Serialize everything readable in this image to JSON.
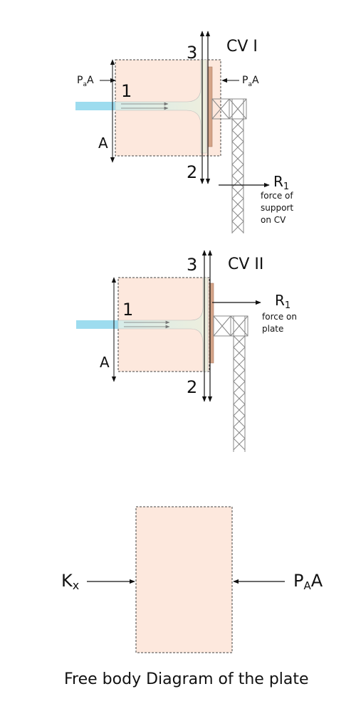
{
  "colors": {
    "control_volume_fill": "#fde8dd",
    "jet": "#9ddcef",
    "plate": "#d4a488",
    "outline": "#444444"
  },
  "cv1": {
    "title": "CV I",
    "section_1": "1",
    "section_2": "2",
    "section_3": "3",
    "area": "A",
    "pressure_left": {
      "base": "P",
      "sub": "a",
      "tail": "A"
    },
    "pressure_right": {
      "base": "P",
      "sub": "a",
      "tail": "A"
    },
    "reaction": {
      "base": "R",
      "sub": "1"
    },
    "reaction_note": [
      "force of",
      "support",
      "on CV"
    ]
  },
  "cv2": {
    "title": "CV II",
    "section_1": "1",
    "section_2": "2",
    "section_3": "3",
    "area": "A",
    "reaction": {
      "base": "R",
      "sub": "1"
    },
    "reaction_note": [
      "force on",
      "plate"
    ]
  },
  "fbd": {
    "left_force": {
      "base": "K",
      "sub": "x"
    },
    "right_force": {
      "base": "P",
      "sub": "A",
      "tail": "A"
    },
    "caption": "Free body Diagram of the plate"
  }
}
